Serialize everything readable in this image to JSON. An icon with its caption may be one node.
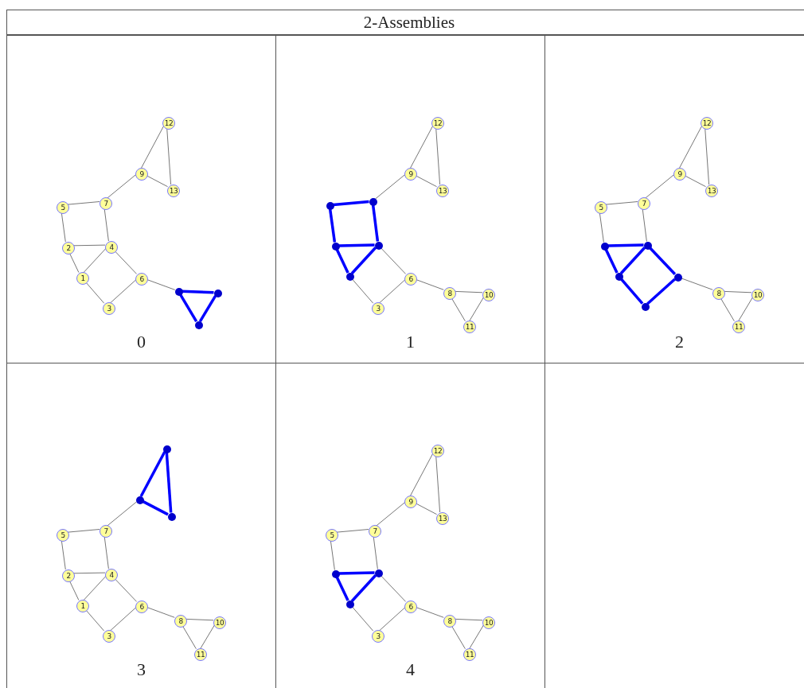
{
  "diagram": {
    "title": "2-Assemblies",
    "nodes": [
      {
        "text": [
          "0"
        ]
      },
      {
        "text": [
          "12"
        ],
        "in": 0
      },
      {
        "text": [
          "9"
        ],
        "in": 0
      },
      {
        "text": [
          "13"
        ],
        "in": 0
      },
      {
        "text": [
          "7"
        ],
        "in": 0
      },
      {
        "text": [
          "5"
        ],
        "in": 0
      },
      {
        "text": [
          "4"
        ],
        "in": 0
      },
      {
        "text": [
          "2"
        ],
        "in": 0
      },
      {
        "text": [
          "1"
        ],
        "in": 0
      },
      {
        "text": [
          "6"
        ],
        "in": 0
      },
      {
        "text": [],
        "shape": "circle",
        "in": 0
      },
      {
        "text": [],
        "shape": "circle",
        "in": 0
      },
      {
        "text": [
          "3"
        ],
        "in": 0
      },
      {
        "text": [],
        "shape": "circle",
        "in": 0
      },
      {
        "text": [
          "1"
        ]
      },
      {
        "text": [
          "12"
        ],
        "in": 14
      },
      {
        "text": [
          "9"
        ],
        "in": 14
      },
      {
        "text": [
          "13"
        ],
        "in": 14
      },
      {
        "text": [],
        "shape": "circle",
        "in": 14
      },
      {
        "text": [],
        "shape": "circle",
        "in": 14
      },
      {
        "text": [],
        "shape": "circle",
        "in": 14
      },
      {
        "text": [],
        "shape": "circle",
        "in": 14
      },
      {
        "text": [],
        "shape": "circle",
        "in": 14
      },
      {
        "text": [
          "6"
        ],
        "in": 14
      },
      {
        "text": [
          "8"
        ],
        "in": 14
      },
      {
        "text": [
          "10"
        ],
        "in": 14
      },
      {
        "text": [
          "3"
        ],
        "in": 14
      },
      {
        "text": [
          "11"
        ],
        "in": 14
      },
      {
        "text": [
          "2"
        ]
      },
      {
        "text": [
          "12"
        ],
        "in": 28
      },
      {
        "text": [
          "9"
        ],
        "in": 28
      },
      {
        "text": [
          "13"
        ],
        "in": 28
      },
      {
        "text": [
          "7"
        ],
        "in": 28
      },
      {
        "text": [
          "5"
        ],
        "in": 28
      },
      {
        "text": [],
        "shape": "circle",
        "in": 28
      },
      {
        "text": [],
        "shape": "circle",
        "in": 28
      },
      {
        "text": [],
        "shape": "circle",
        "in": 28
      },
      {
        "text": [],
        "shape": "circle",
        "in": 28
      },
      {
        "text": [
          "8"
        ],
        "in": 28
      },
      {
        "text": [
          "10"
        ],
        "in": 28
      },
      {
        "text": [],
        "shape": "circle",
        "in": 28
      },
      {
        "text": [
          "11"
        ],
        "in": 28
      },
      {
        "text": [
          "3"
        ]
      },
      {
        "text": [],
        "shape": "circle",
        "in": 42
      },
      {
        "text": [],
        "shape": "circle",
        "in": 42
      },
      {
        "text": [],
        "shape": "circle",
        "in": 42
      },
      {
        "text": [
          "7"
        ],
        "in": 42
      },
      {
        "text": [
          "5"
        ],
        "in": 42
      },
      {
        "text": [
          "4"
        ],
        "in": 42
      },
      {
        "text": [
          "2"
        ],
        "in": 42
      },
      {
        "text": [
          "1"
        ],
        "in": 42
      },
      {
        "text": [
          "6"
        ],
        "in": 42
      },
      {
        "text": [
          "8"
        ],
        "in": 42
      },
      {
        "text": [
          "10"
        ],
        "in": 42
      },
      {
        "text": [
          "3"
        ],
        "in": 42
      },
      {
        "text": [
          "11"
        ],
        "in": 42
      },
      {
        "text": [
          "4"
        ]
      },
      {
        "text": [
          "12"
        ],
        "in": 56
      },
      {
        "text": [
          "9"
        ],
        "in": 56
      },
      {
        "text": [
          "13"
        ],
        "in": 56
      },
      {
        "text": [
          "7"
        ],
        "in": 56
      },
      {
        "text": [
          "5"
        ],
        "in": 56
      },
      {
        "text": [],
        "shape": "circle",
        "in": 56
      },
      {
        "text": [],
        "shape": "circle",
        "in": 56
      },
      {
        "text": [],
        "shape": "circle",
        "in": 56
      },
      {
        "text": [
          "6"
        ],
        "in": 56
      },
      {
        "text": [
          "8"
        ],
        "in": 56
      },
      {
        "text": [
          "10"
        ],
        "in": 56
      },
      {
        "text": [
          "3"
        ],
        "in": 56
      },
      {
        "text": [
          "11"
        ],
        "in": 56
      }
    ],
    "edges": [
      {
        "from": 8,
        "to": 7,
        "arrow": "none"
      },
      {
        "from": 8,
        "to": 12,
        "arrow": "none"
      },
      {
        "from": 8,
        "to": 6,
        "arrow": "none"
      },
      {
        "from": 7,
        "to": 6,
        "arrow": "none"
      },
      {
        "from": 7,
        "to": 5,
        "arrow": "none"
      },
      {
        "from": 5,
        "to": 4,
        "arrow": "none"
      },
      {
        "from": 4,
        "to": 6,
        "arrow": "none"
      },
      {
        "from": 6,
        "to": 9,
        "arrow": "none"
      },
      {
        "from": 12,
        "to": 9,
        "arrow": "none"
      },
      {
        "from": 9,
        "to": 10,
        "arrow": "none"
      },
      {
        "from": 10,
        "to": 11,
        "arrow": "none",
        "style": "thick",
        "color": "#0000ff"
      },
      {
        "from": 10,
        "to": 13,
        "arrow": "none",
        "style": "thick",
        "color": "#0000ff"
      },
      {
        "from": 11,
        "to": 13,
        "arrow": "none",
        "style": "thick",
        "color": "#0000ff"
      },
      {
        "from": 4,
        "to": 2,
        "arrow": "none"
      },
      {
        "from": 2,
        "to": 1,
        "arrow": "none"
      },
      {
        "from": 2,
        "to": 3,
        "arrow": "none"
      },
      {
        "from": 1,
        "to": 3,
        "arrow": "none"
      },
      {
        "from": 22,
        "to": 21,
        "arrow": "none",
        "style": "thick",
        "color": "#0000ff"
      },
      {
        "from": 22,
        "to": 26,
        "arrow": "none"
      },
      {
        "from": 22,
        "to": 20,
        "arrow": "none",
        "style": "thick",
        "color": "#0000ff"
      },
      {
        "from": 21,
        "to": 20,
        "arrow": "none",
        "style": "thick",
        "color": "#0000ff"
      },
      {
        "from": 21,
        "to": 19,
        "arrow": "none",
        "style": "thick",
        "color": "#0000ff"
      },
      {
        "from": 19,
        "to": 18,
        "arrow": "none",
        "style": "thick",
        "color": "#0000ff"
      },
      {
        "from": 18,
        "to": 20,
        "arrow": "none",
        "style": "thick",
        "color": "#0000ff"
      },
      {
        "from": 20,
        "to": 23,
        "arrow": "none"
      },
      {
        "from": 26,
        "to": 23,
        "arrow": "none"
      },
      {
        "from": 23,
        "to": 24,
        "arrow": "none"
      },
      {
        "from": 24,
        "to": 25,
        "arrow": "none"
      },
      {
        "from": 24,
        "to": 27,
        "arrow": "none"
      },
      {
        "from": 25,
        "to": 27,
        "arrow": "none"
      },
      {
        "from": 18,
        "to": 16,
        "arrow": "none"
      },
      {
        "from": 16,
        "to": 15,
        "arrow": "none"
      },
      {
        "from": 16,
        "to": 17,
        "arrow": "none"
      },
      {
        "from": 15,
        "to": 17,
        "arrow": "none"
      },
      {
        "from": 36,
        "to": 35,
        "arrow": "none",
        "style": "thick",
        "color": "#0000ff"
      },
      {
        "from": 36,
        "to": 40,
        "arrow": "none",
        "style": "thick",
        "color": "#0000ff"
      },
      {
        "from": 36,
        "to": 34,
        "arrow": "none",
        "style": "thick",
        "color": "#0000ff"
      },
      {
        "from": 35,
        "to": 34,
        "arrow": "none",
        "style": "thick",
        "color": "#0000ff"
      },
      {
        "from": 35,
        "to": 33,
        "arrow": "none"
      },
      {
        "from": 33,
        "to": 32,
        "arrow": "none"
      },
      {
        "from": 32,
        "to": 34,
        "arrow": "none"
      },
      {
        "from": 34,
        "to": 37,
        "arrow": "none",
        "style": "thick",
        "color": "#0000ff"
      },
      {
        "from": 40,
        "to": 37,
        "arrow": "none",
        "style": "thick",
        "color": "#0000ff"
      },
      {
        "from": 37,
        "to": 38,
        "arrow": "none"
      },
      {
        "from": 38,
        "to": 39,
        "arrow": "none"
      },
      {
        "from": 38,
        "to": 41,
        "arrow": "none"
      },
      {
        "from": 39,
        "to": 41,
        "arrow": "none"
      },
      {
        "from": 32,
        "to": 30,
        "arrow": "none"
      },
      {
        "from": 30,
        "to": 29,
        "arrow": "none"
      },
      {
        "from": 30,
        "to": 31,
        "arrow": "none"
      },
      {
        "from": 29,
        "to": 31,
        "arrow": "none"
      },
      {
        "from": 50,
        "to": 49,
        "arrow": "none"
      },
      {
        "from": 50,
        "to": 54,
        "arrow": "none"
      },
      {
        "from": 50,
        "to": 48,
        "arrow": "none"
      },
      {
        "from": 49,
        "to": 48,
        "arrow": "none"
      },
      {
        "from": 49,
        "to": 47,
        "arrow": "none"
      },
      {
        "from": 47,
        "to": 46,
        "arrow": "none"
      },
      {
        "from": 46,
        "to": 48,
        "arrow": "none"
      },
      {
        "from": 48,
        "to": 51,
        "arrow": "none"
      },
      {
        "from": 54,
        "to": 51,
        "arrow": "none"
      },
      {
        "from": 51,
        "to": 52,
        "arrow": "none"
      },
      {
        "from": 52,
        "to": 53,
        "arrow": "none"
      },
      {
        "from": 52,
        "to": 55,
        "arrow": "none"
      },
      {
        "from": 53,
        "to": 55,
        "arrow": "none"
      },
      {
        "from": 46,
        "to": 44,
        "arrow": "none"
      },
      {
        "from": 44,
        "to": 43,
        "arrow": "none",
        "style": "thick",
        "color": "#0000ff"
      },
      {
        "from": 44,
        "to": 45,
        "arrow": "none",
        "style": "thick",
        "color": "#0000ff"
      },
      {
        "from": 43,
        "to": 45,
        "arrow": "none",
        "style": "thick",
        "color": "#0000ff"
      },
      {
        "from": 64,
        "to": 63,
        "arrow": "none",
        "style": "thick",
        "color": "#0000ff"
      },
      {
        "from": 64,
        "to": 68,
        "arrow": "none"
      },
      {
        "from": 64,
        "to": 62,
        "arrow": "none",
        "style": "thick",
        "color": "#0000ff"
      },
      {
        "from": 63,
        "to": 62,
        "arrow": "none",
        "style": "thick",
        "color": "#0000ff"
      },
      {
        "from": 63,
        "to": 61,
        "arrow": "none"
      },
      {
        "from": 61,
        "to": 60,
        "arrow": "none"
      },
      {
        "from": 60,
        "to": 62,
        "arrow": "none"
      },
      {
        "from": 62,
        "to": 65,
        "arrow": "none"
      },
      {
        "from": 68,
        "to": 65,
        "arrow": "none"
      },
      {
        "from": 65,
        "to": 66,
        "arrow": "none"
      },
      {
        "from": 66,
        "to": 67,
        "arrow": "none"
      },
      {
        "from": 66,
        "to": 69,
        "arrow": "none"
      },
      {
        "from": 67,
        "to": 69,
        "arrow": "none"
      },
      {
        "from": 60,
        "to": 58,
        "arrow": "none"
      },
      {
        "from": 58,
        "to": 57,
        "arrow": "none"
      },
      {
        "from": 58,
        "to": 59,
        "arrow": "none"
      },
      {
        "from": 57,
        "to": 59,
        "arrow": "none"
      }
    ]
  }
}
